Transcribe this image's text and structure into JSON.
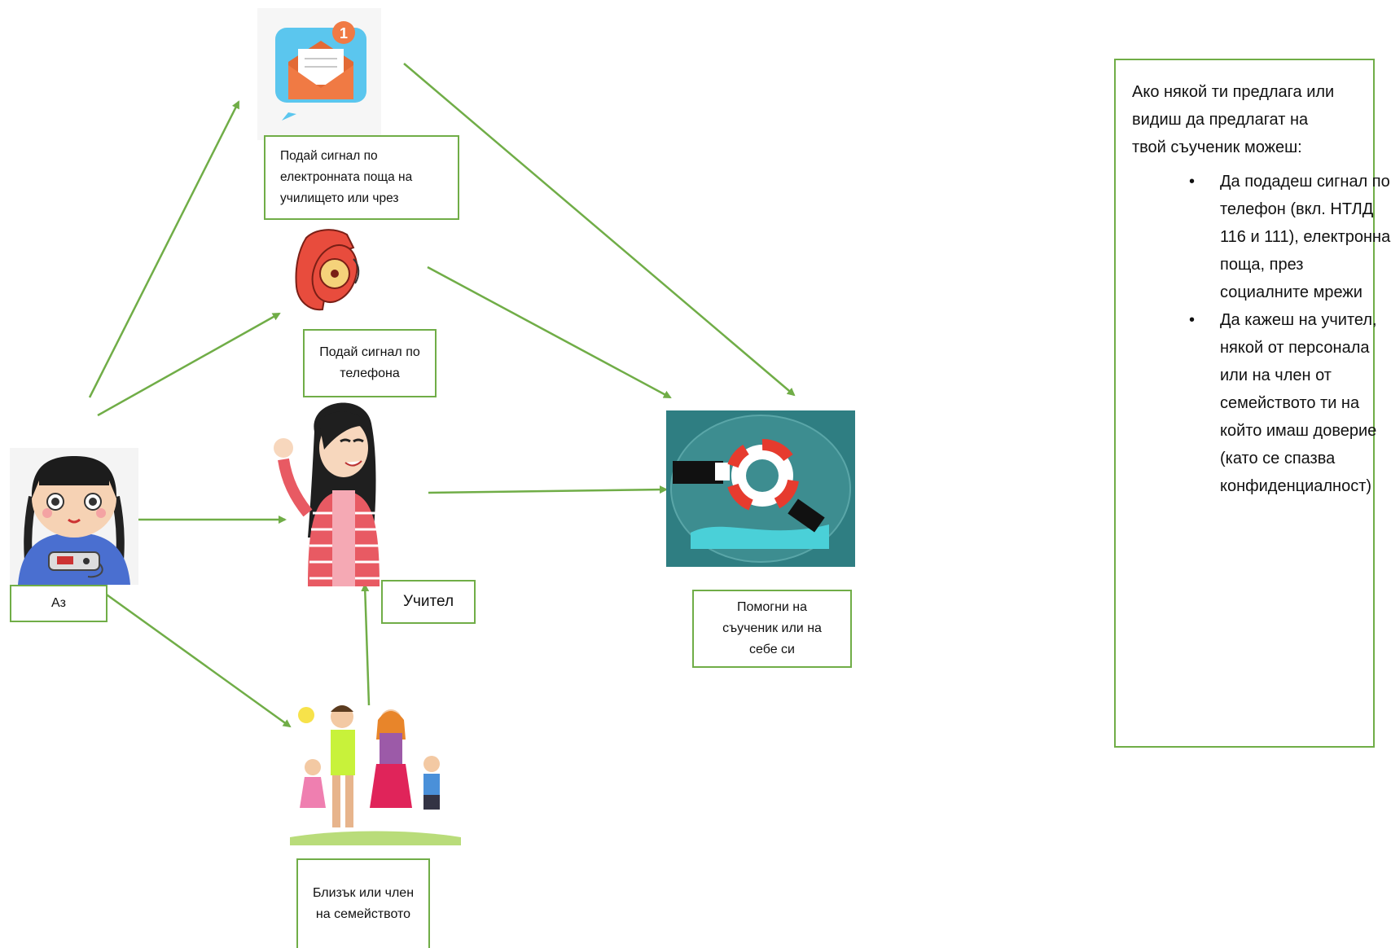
{
  "nodes": {
    "email": "Подай сигнал по електронната поща на училището  или чрез",
    "phone": "Подай сигнал по телефона",
    "me": "Аз",
    "teacher": "Учител",
    "family": "Близък или член на семейството",
    "help": "Помогни на съученик или на себе си"
  },
  "email_badge": "1",
  "info": {
    "intro": "Ако някой ти предлага или видиш да предлагат на твой съученик можеш:",
    "bullets": [
      "Да подадеш сигнал по телефон (вкл. НТЛД 116 и 111), електронна поща, през социалните мрежи",
      "Да кажеш на учител, някой от персонала или на член от семейството ти на който имаш доверие (като се спазва конфиденциалност)"
    ],
    "bullet_symbol": "•"
  },
  "colors": {
    "accent": "#70ad47",
    "arrow": "#70ad47"
  },
  "icons": [
    "email-icon",
    "telephone-icon",
    "girl-gamer-icon",
    "teacher-icon",
    "family-icon",
    "lifebuoy-icon"
  ]
}
